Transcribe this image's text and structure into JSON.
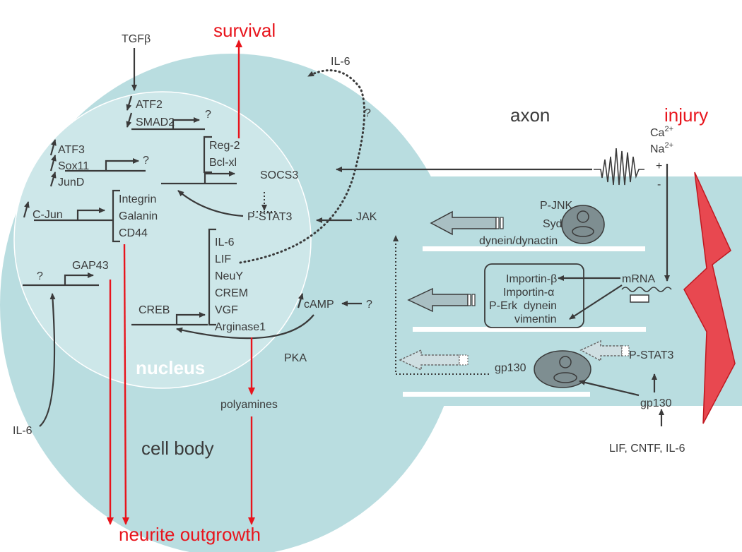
{
  "labels": {
    "tgfb": "TGFβ",
    "survival": "survival",
    "il6_top": "IL-6",
    "q_top": "?",
    "axon": "axon",
    "injury": "injury",
    "ca": "Ca",
    "ca_sup": "2+",
    "na": "Na",
    "na_sup": "2+",
    "plus": "+",
    "minus": "-",
    "atf2": "ATF2",
    "smad2": "SMAD2",
    "q_smad": "?",
    "atf3": "ATF3",
    "sox11": "Sox11",
    "jund": "JunD",
    "q_atf3": "?",
    "reg2": "Reg-2",
    "bclxl": "Bcl-xl",
    "socs3": "SOCS3",
    "cjun": "C-Jun",
    "integrin": "Integrin",
    "galanin": "Galanin",
    "cd44": "CD44",
    "pstat3": "P-STAT3",
    "jak": "JAK",
    "pjnk": "P-JNK",
    "syd": "Syd",
    "dynein_dynactin": "dynein/dynactin",
    "il6_list": "IL-6",
    "lif": "LIF",
    "neuy": "NeuY",
    "crem": "CREM",
    "vgf": "VGF",
    "arginase1": "Arginase1",
    "q_gap": "?",
    "gap43": "GAP43",
    "importin_b": "Importin-β",
    "importin_a": "Importin-α",
    "perk_dynein": "P-Erk  dynein",
    "vimentin": "vimentin",
    "mrna": "mRNA",
    "creb": "CREB",
    "camp": "cAMP",
    "q_camp": "?",
    "pka": "PKA",
    "nucleus": "nucleus",
    "polyamines": "polyamines",
    "gp130_left": "gp130",
    "pstat3_right": "P-STAT3",
    "gp130_right": "gp130",
    "il6_bottom": "IL-6",
    "cell_body": "cell body",
    "lif_cntf_il6": "LIF, CNTF, IL-6",
    "neurite_outgrowth": "neurite outgrowth"
  },
  "colors": {
    "cell": "#b9dde0",
    "nucleus": "#cde7e9",
    "text": "#3a3a3a",
    "red": "#e8141c",
    "motor": "#7e8e91",
    "arrow_fill": "#a9bfc3"
  }
}
